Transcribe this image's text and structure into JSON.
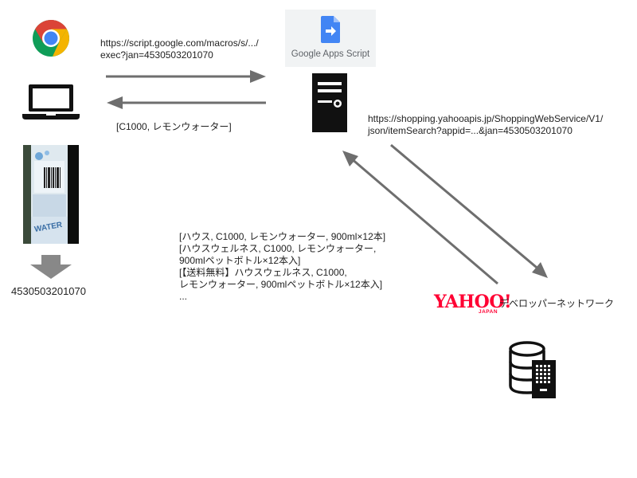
{
  "client": {
    "browser_icon": "chrome-icon",
    "laptop_icon": "laptop-icon",
    "barcode_photo_label": "WATER",
    "jan_code": "4530503201070"
  },
  "gas": {
    "logo_icon": "google-apps-script-icon",
    "label": "Google Apps Script",
    "server_icon": "server-icon"
  },
  "request": {
    "url_line1": "https://script.google.com/macros/s/.../",
    "url_line2": "exec?jan=4530503201070"
  },
  "response": {
    "text": "[C1000, レモンウォーター]"
  },
  "yahoo_request": {
    "url_line1": "https://shopping.yahooapis.jp/ShoppingWebService/V1/",
    "url_line2": "json/itemSearch?appid=...&jan=4530503201070"
  },
  "yahoo_result": {
    "lines": [
      "[ハウス, C1000, レモンウォーター, 900ml×12本]",
      "[ハウスウェルネス, C1000, レモンウォーター,",
      "900mlペットボトル×12本入]",
      "[【送料無料】ハウスウェルネス, C1000,",
      "レモンウォーター, 900mlペットボトル×12本入]",
      "..."
    ]
  },
  "yahoo": {
    "logo_text": "YAHOO!",
    "logo_sub": "JAPAN",
    "dev_network": "デベロッパーネットワーク",
    "database_icon": "database-server-icon"
  },
  "colors": {
    "arrow": "#6e6e6e",
    "yahoo_red": "#ff0033",
    "gas_blue": "#4285f4",
    "chrome_red": "#db4437",
    "chrome_yellow": "#f4b400",
    "chrome_green": "#0f9d58"
  }
}
